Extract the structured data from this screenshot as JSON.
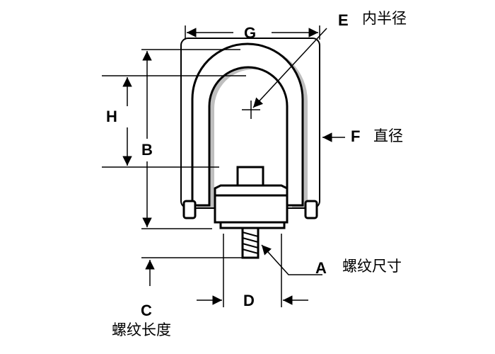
{
  "labels": {
    "g": "G",
    "h": "H",
    "b": "B",
    "e": "E",
    "f": "F",
    "a": "A",
    "c": "C",
    "d": "D"
  },
  "captions": {
    "inner_radius": "内半径",
    "diameter": "直径",
    "thread_size": "螺纹尺寸",
    "thread_length": "螺纹长度"
  },
  "colors": {
    "ink": "#000000",
    "fill": "#ffffff",
    "shadow": "#bfbfbf"
  }
}
